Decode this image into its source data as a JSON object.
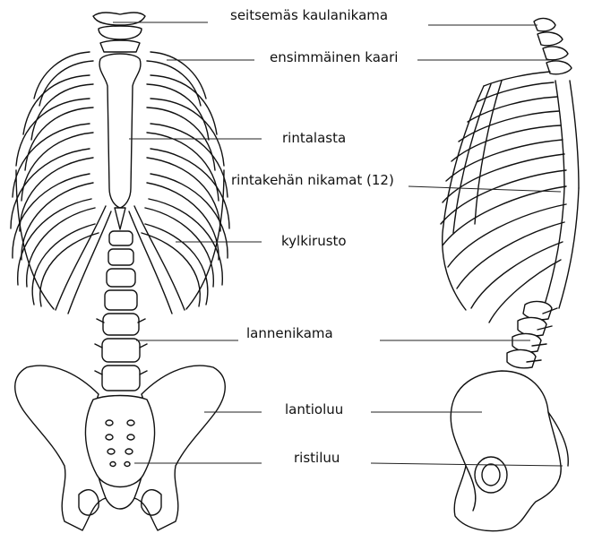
{
  "labels": {
    "cervical": "seitsemäs kaulanikama",
    "first_rib": "ensimmäinen kaari",
    "sternum": "rintalasta",
    "thoracic": "rintakehän nikamat (12)",
    "cartilage": "kylkirusto",
    "lumbar": "lannenikama",
    "pelvis": "lantioluu",
    "sacrum": "ristiluu"
  },
  "colors": {
    "line": "#111111",
    "background": "#ffffff"
  }
}
